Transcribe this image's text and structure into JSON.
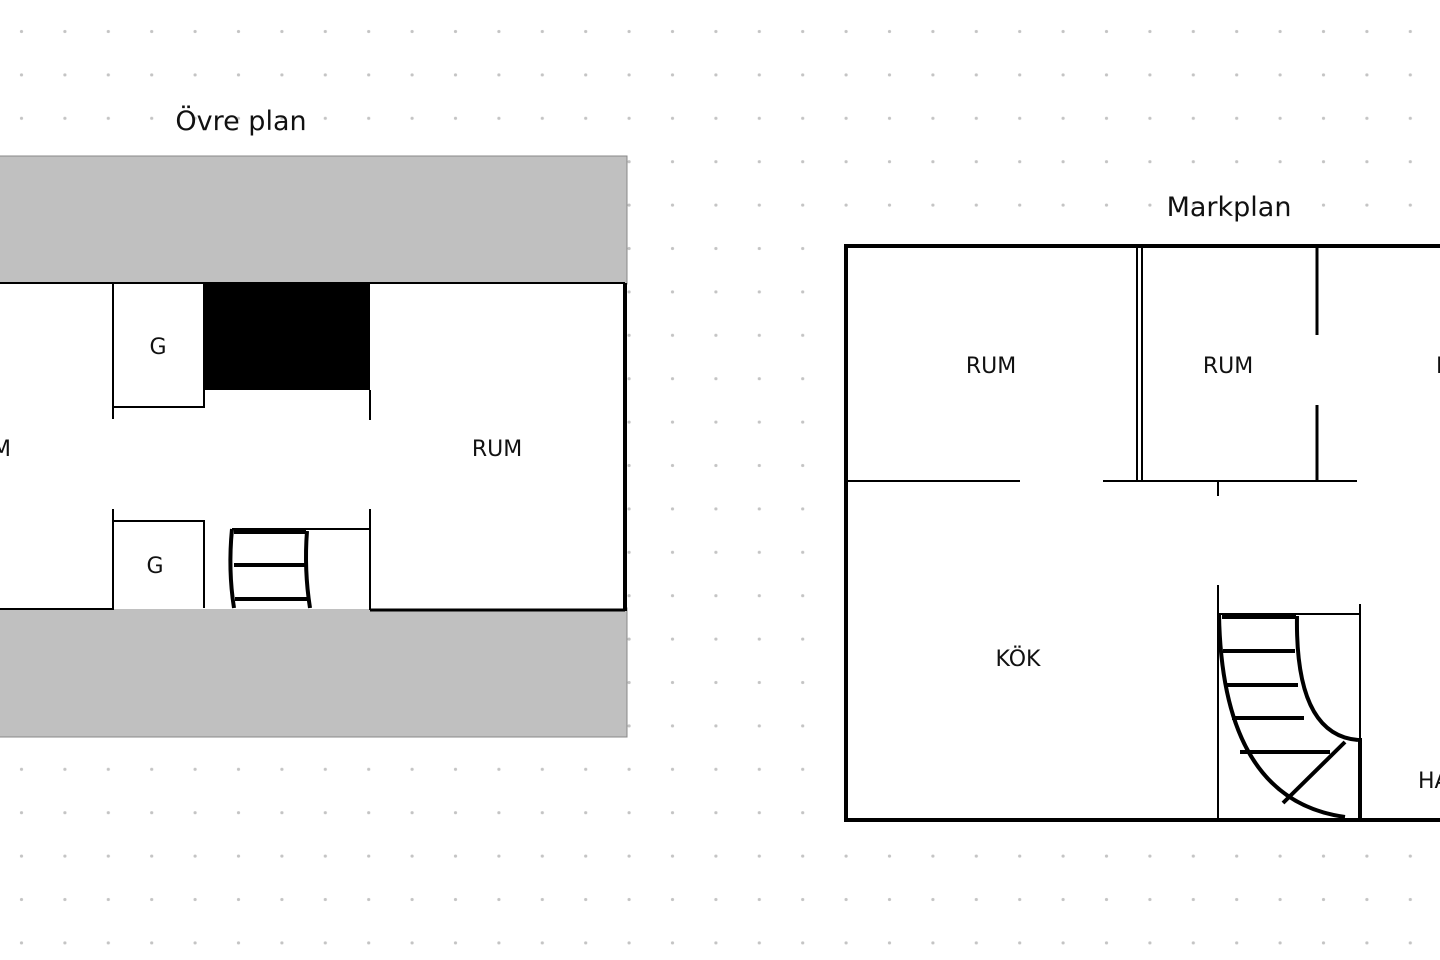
{
  "canvas": {
    "background": "#ffffff",
    "grid_dot_color": "#c4c4c4"
  },
  "upper_plan": {
    "title": "Övre plan",
    "labels": {
      "left_room_partial": "M",
      "right_room": "RUM",
      "closet_top": "G",
      "closet_bottom": "G"
    },
    "colors": {
      "roof": "#c0c0c0",
      "chimney": "#000000"
    }
  },
  "ground_plan": {
    "title": "Markplan",
    "labels": {
      "room_1": "RUM",
      "room_2": "RUM",
      "room_3_partial": "R",
      "kitchen": "KÖK",
      "hall_partial": "HA"
    }
  }
}
